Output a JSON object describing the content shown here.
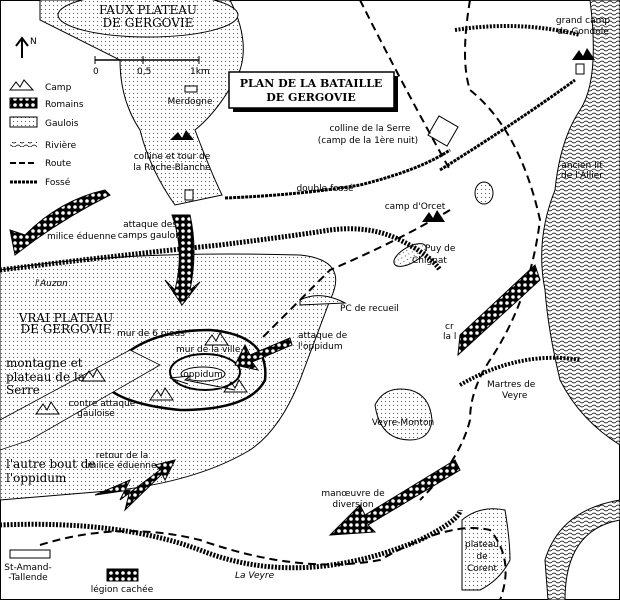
{
  "title": [
    "PLAN DE LA BATAILLE",
    "DE GERGOVIE"
  ],
  "north": "N",
  "scale": {
    "labels": [
      "0",
      "0,5",
      "1km"
    ]
  },
  "legend": [
    {
      "icon": "camp-icon",
      "label": "Camp"
    },
    {
      "icon": "romains-pattern-icon",
      "label": "Romains"
    },
    {
      "icon": "gaulois-pattern-icon",
      "label": "Gaulois"
    },
    {
      "icon": "river-icon",
      "label": "Rivière"
    },
    {
      "icon": "road-icon",
      "label": "Route"
    },
    {
      "icon": "ditch-icon",
      "label": "Fossé"
    }
  ],
  "places": {
    "faux_plateau": [
      "FAUX PLATEAU",
      "DE GERGOVIE"
    ],
    "vrai_plateau": [
      "VRAI PLATEAU",
      "DE GERGOVIE"
    ],
    "merdogne": "Merdogne",
    "roche_blanche": [
      "colline et tour de",
      "la Roche-Blanche"
    ],
    "serre_hill": [
      "colline de la Serre",
      "(camp de la 1ère nuit)"
    ],
    "double_fosse": "double fossé",
    "camp_orcet": "camp d'Orcet",
    "gondole": [
      "grand camp",
      "de Gondole"
    ],
    "allier": [
      "ancien lit",
      "de l'Allier"
    ],
    "chignat": [
      "Puy de",
      "Chignat"
    ],
    "pc_recueil": "PC de recueil",
    "mur_6_pieds": "mur de 6 pieds",
    "mur_ville": "mur de la ville",
    "oppidum": "oppidum",
    "montagne_serre": [
      "montagne et",
      "plateau de la",
      "Serre"
    ],
    "autre_bout": [
      "l'autre bout de",
      "l'oppidum"
    ],
    "auzon": "l'Auzon",
    "veyre_river": "La Veyre",
    "veyre_monton": "Veyre-Monton",
    "martres": [
      "Martres de",
      "Veyre"
    ],
    "corent": [
      "plateau",
      "de",
      "Corent"
    ],
    "st_amand": [
      "St-Amand-",
      "-Tallende"
    ],
    "cut_text": [
      "cr",
      "la l"
    ]
  },
  "movements": {
    "milice": "milice éduenne",
    "attaque_camps": [
      "attaque des",
      "camps gaulois"
    ],
    "attaque_oppidum": [
      "attaque de",
      "l'oppidum"
    ],
    "contre_attaque": [
      "contre attaque",
      "gauloise"
    ],
    "retour_milice": [
      "retour de la",
      "milice éduenne"
    ],
    "diversion": [
      "manœuvre de",
      "diversion"
    ],
    "legion_cachee": "légion cachée"
  }
}
